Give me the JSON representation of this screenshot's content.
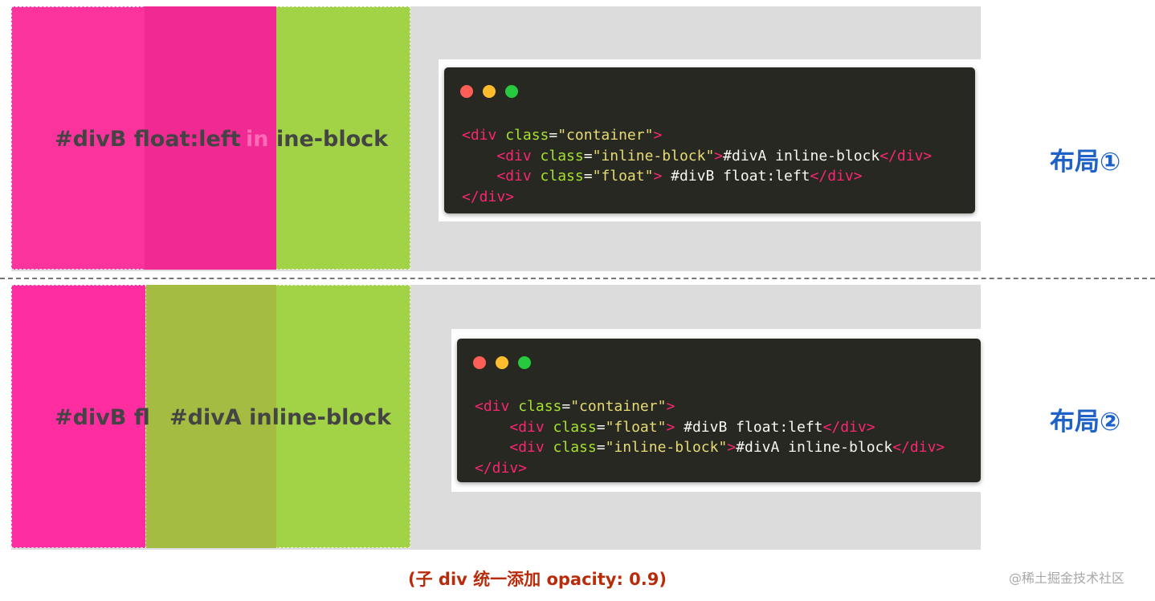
{
  "colors": {
    "panel_bg": "#dcdcdc",
    "divA_green": "#a2d245",
    "divB_pink": "#ff2da0",
    "overlap_top": "#f02a92",
    "overlap_bottom": "#a3bc41",
    "code_bg": "#272822",
    "label_blue": "#1e62c7",
    "caption_red": "#b82c0c"
  },
  "layout1": {
    "label": "布局①",
    "demo_text_B": "#divB float:left",
    "demo_text_A_tail": "ine-block",
    "demo_text_A_faint": "in",
    "code_lines": [
      [
        {
          "c": "tag",
          "t": "<div "
        },
        {
          "c": "attr",
          "t": "class"
        },
        {
          "c": "txt",
          "t": "="
        },
        {
          "c": "str",
          "t": "\"container\""
        },
        {
          "c": "tag",
          "t": ">"
        }
      ],
      [
        {
          "c": "txt",
          "t": "    "
        },
        {
          "c": "tag",
          "t": "<div "
        },
        {
          "c": "attr",
          "t": "class"
        },
        {
          "c": "txt",
          "t": "="
        },
        {
          "c": "str",
          "t": "\"inline-block\""
        },
        {
          "c": "tag",
          "t": ">"
        },
        {
          "c": "txt",
          "t": "#divA inline-block"
        },
        {
          "c": "tag",
          "t": "</div>"
        }
      ],
      [
        {
          "c": "txt",
          "t": "    "
        },
        {
          "c": "tag",
          "t": "<div "
        },
        {
          "c": "attr",
          "t": "class"
        },
        {
          "c": "txt",
          "t": "="
        },
        {
          "c": "str",
          "t": "\"float\""
        },
        {
          "c": "tag",
          "t": ">"
        },
        {
          "c": "txt",
          "t": " #divB float:left"
        },
        {
          "c": "tag",
          "t": "</div>"
        }
      ],
      [
        {
          "c": "tag",
          "t": "</div>"
        }
      ]
    ]
  },
  "layout2": {
    "label": "布局②",
    "demo_text_B": "#divB fl",
    "demo_text_A": "#divA inline-block",
    "code_lines": [
      [
        {
          "c": "tag",
          "t": "<div "
        },
        {
          "c": "attr",
          "t": "class"
        },
        {
          "c": "txt",
          "t": "="
        },
        {
          "c": "str",
          "t": "\"container\""
        },
        {
          "c": "tag",
          "t": ">"
        }
      ],
      [
        {
          "c": "txt",
          "t": "    "
        },
        {
          "c": "tag",
          "t": "<div "
        },
        {
          "c": "attr",
          "t": "class"
        },
        {
          "c": "txt",
          "t": "="
        },
        {
          "c": "str",
          "t": "\"float\""
        },
        {
          "c": "tag",
          "t": ">"
        },
        {
          "c": "txt",
          "t": " #divB float:left"
        },
        {
          "c": "tag",
          "t": "</div>"
        }
      ],
      [
        {
          "c": "txt",
          "t": "    "
        },
        {
          "c": "tag",
          "t": "<div "
        },
        {
          "c": "attr",
          "t": "class"
        },
        {
          "c": "txt",
          "t": "="
        },
        {
          "c": "str",
          "t": "\"inline-block\""
        },
        {
          "c": "tag",
          "t": ">"
        },
        {
          "c": "txt",
          "t": "#divA inline-block"
        },
        {
          "c": "tag",
          "t": "</div>"
        }
      ],
      [
        {
          "c": "tag",
          "t": "</div>"
        }
      ]
    ]
  },
  "caption": "(子 div 统一添加 opacity: 0.9)",
  "watermark": "@稀土掘金技术社区",
  "window_dots": [
    "red-dot-icon",
    "yellow-dot-icon",
    "green-dot-icon"
  ]
}
